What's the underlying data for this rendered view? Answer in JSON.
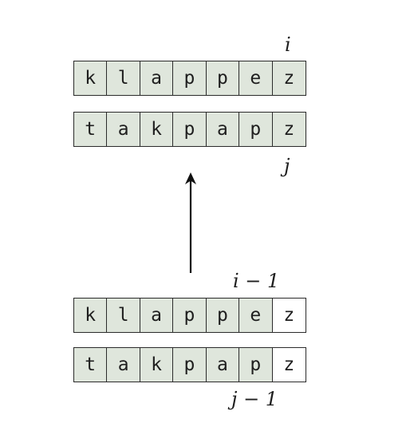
{
  "diagram": {
    "top": {
      "row_i": [
        "k",
        "l",
        "a",
        "p",
        "p",
        "e",
        "z"
      ],
      "row_j": [
        "t",
        "a",
        "k",
        "p",
        "a",
        "p",
        "z"
      ],
      "label_i": "i",
      "label_j": "j"
    },
    "bottom": {
      "row_i": [
        "k",
        "l",
        "a",
        "p",
        "p",
        "e",
        "z"
      ],
      "row_j": [
        "t",
        "a",
        "k",
        "p",
        "a",
        "p",
        "z"
      ],
      "label_i": "i − 1",
      "label_j": "j − 1"
    },
    "colors": {
      "cell_fill": "#dfe6dc",
      "cell_unfilled": "#ffffff",
      "stroke": "#2b2b2b"
    }
  }
}
